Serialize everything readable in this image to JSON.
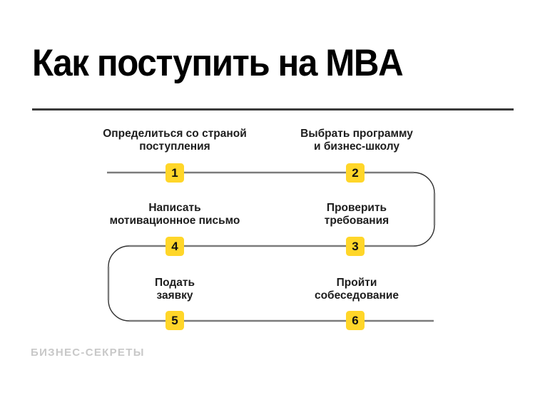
{
  "header": {
    "title": "Как поступить на MBA"
  },
  "steps": [
    {
      "number": "1",
      "line1": "Определиться со страной",
      "line2": "поступления"
    },
    {
      "number": "2",
      "line1": "Выбрать программу",
      "line2": "и бизнес-школу"
    },
    {
      "number": "3",
      "line1": "Проверить",
      "line2": "требования"
    },
    {
      "number": "4",
      "line1": "Написать",
      "line2": "мотивационное письмо"
    },
    {
      "number": "5",
      "line1": "Подать",
      "line2": "заявку"
    },
    {
      "number": "6",
      "line1": "Пройти",
      "line2": "собеседование"
    }
  ],
  "footer": {
    "brand": "БИЗНЕС-СЕКРЕТЫ"
  },
  "colors": {
    "badge-yellow": "#ffd629",
    "badge-text": "#111111",
    "line-gray": "#7b7b7b",
    "line-dark": "#303030",
    "divider": "#3a3a3a",
    "title": "#000000",
    "label": "#1d1d1d",
    "brand-gray": "#c8c8c8"
  }
}
